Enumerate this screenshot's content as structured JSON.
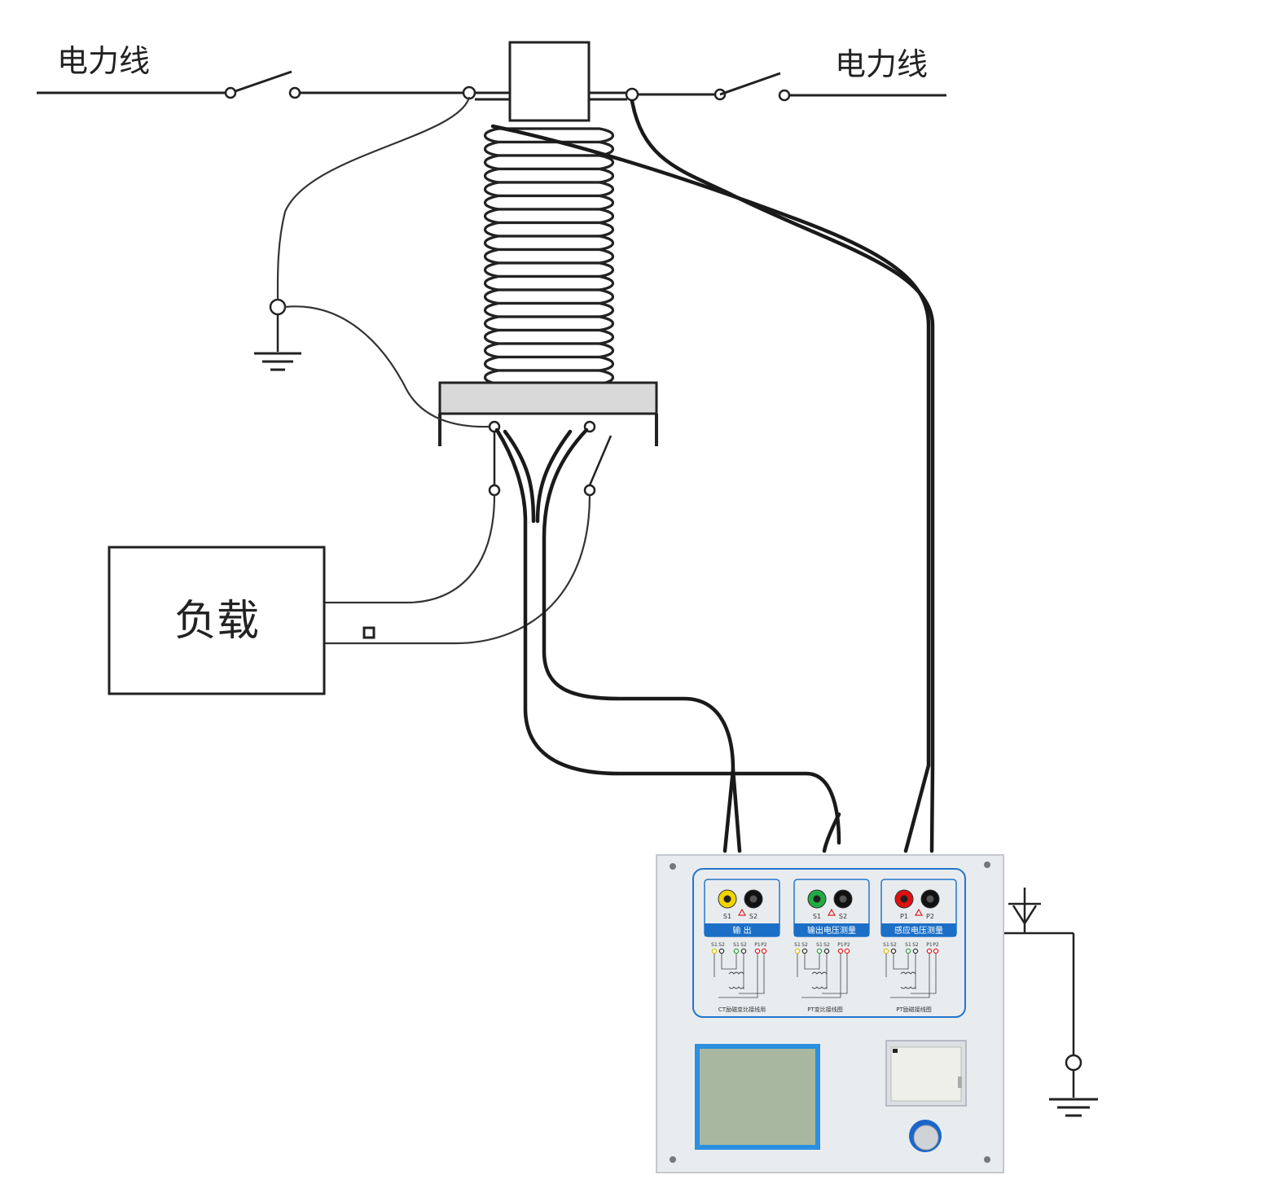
{
  "labels": {
    "power_line_left": "电力线",
    "power_line_right": "电力线",
    "load": "负载"
  },
  "panel": {
    "groups": [
      {
        "title": "输 出",
        "t1": "S1",
        "t2": "S2",
        "c1": "#f2d400",
        "c2": "#111111"
      },
      {
        "title": "输出电压测量",
        "t1": "S1",
        "t2": "S2",
        "c1": "#22aa44",
        "c2": "#111111"
      },
      {
        "title": "感应电压测量",
        "t1": "P1",
        "t2": "P2",
        "c1": "#dd1111",
        "c2": "#111111"
      }
    ],
    "diagram_captions": [
      "CT励磁变比接线用",
      "PT变比接线图",
      "PT励磁接线图"
    ],
    "mini_terminals": [
      "S1",
      "S2",
      "S1",
      "S2",
      "P1",
      "P2"
    ]
  },
  "colors": {
    "panel_bg": "#e9ecef",
    "panel_border": "#2277cc",
    "panel_header": "#1b6fc7",
    "lcd": "#a8b8a0"
  }
}
